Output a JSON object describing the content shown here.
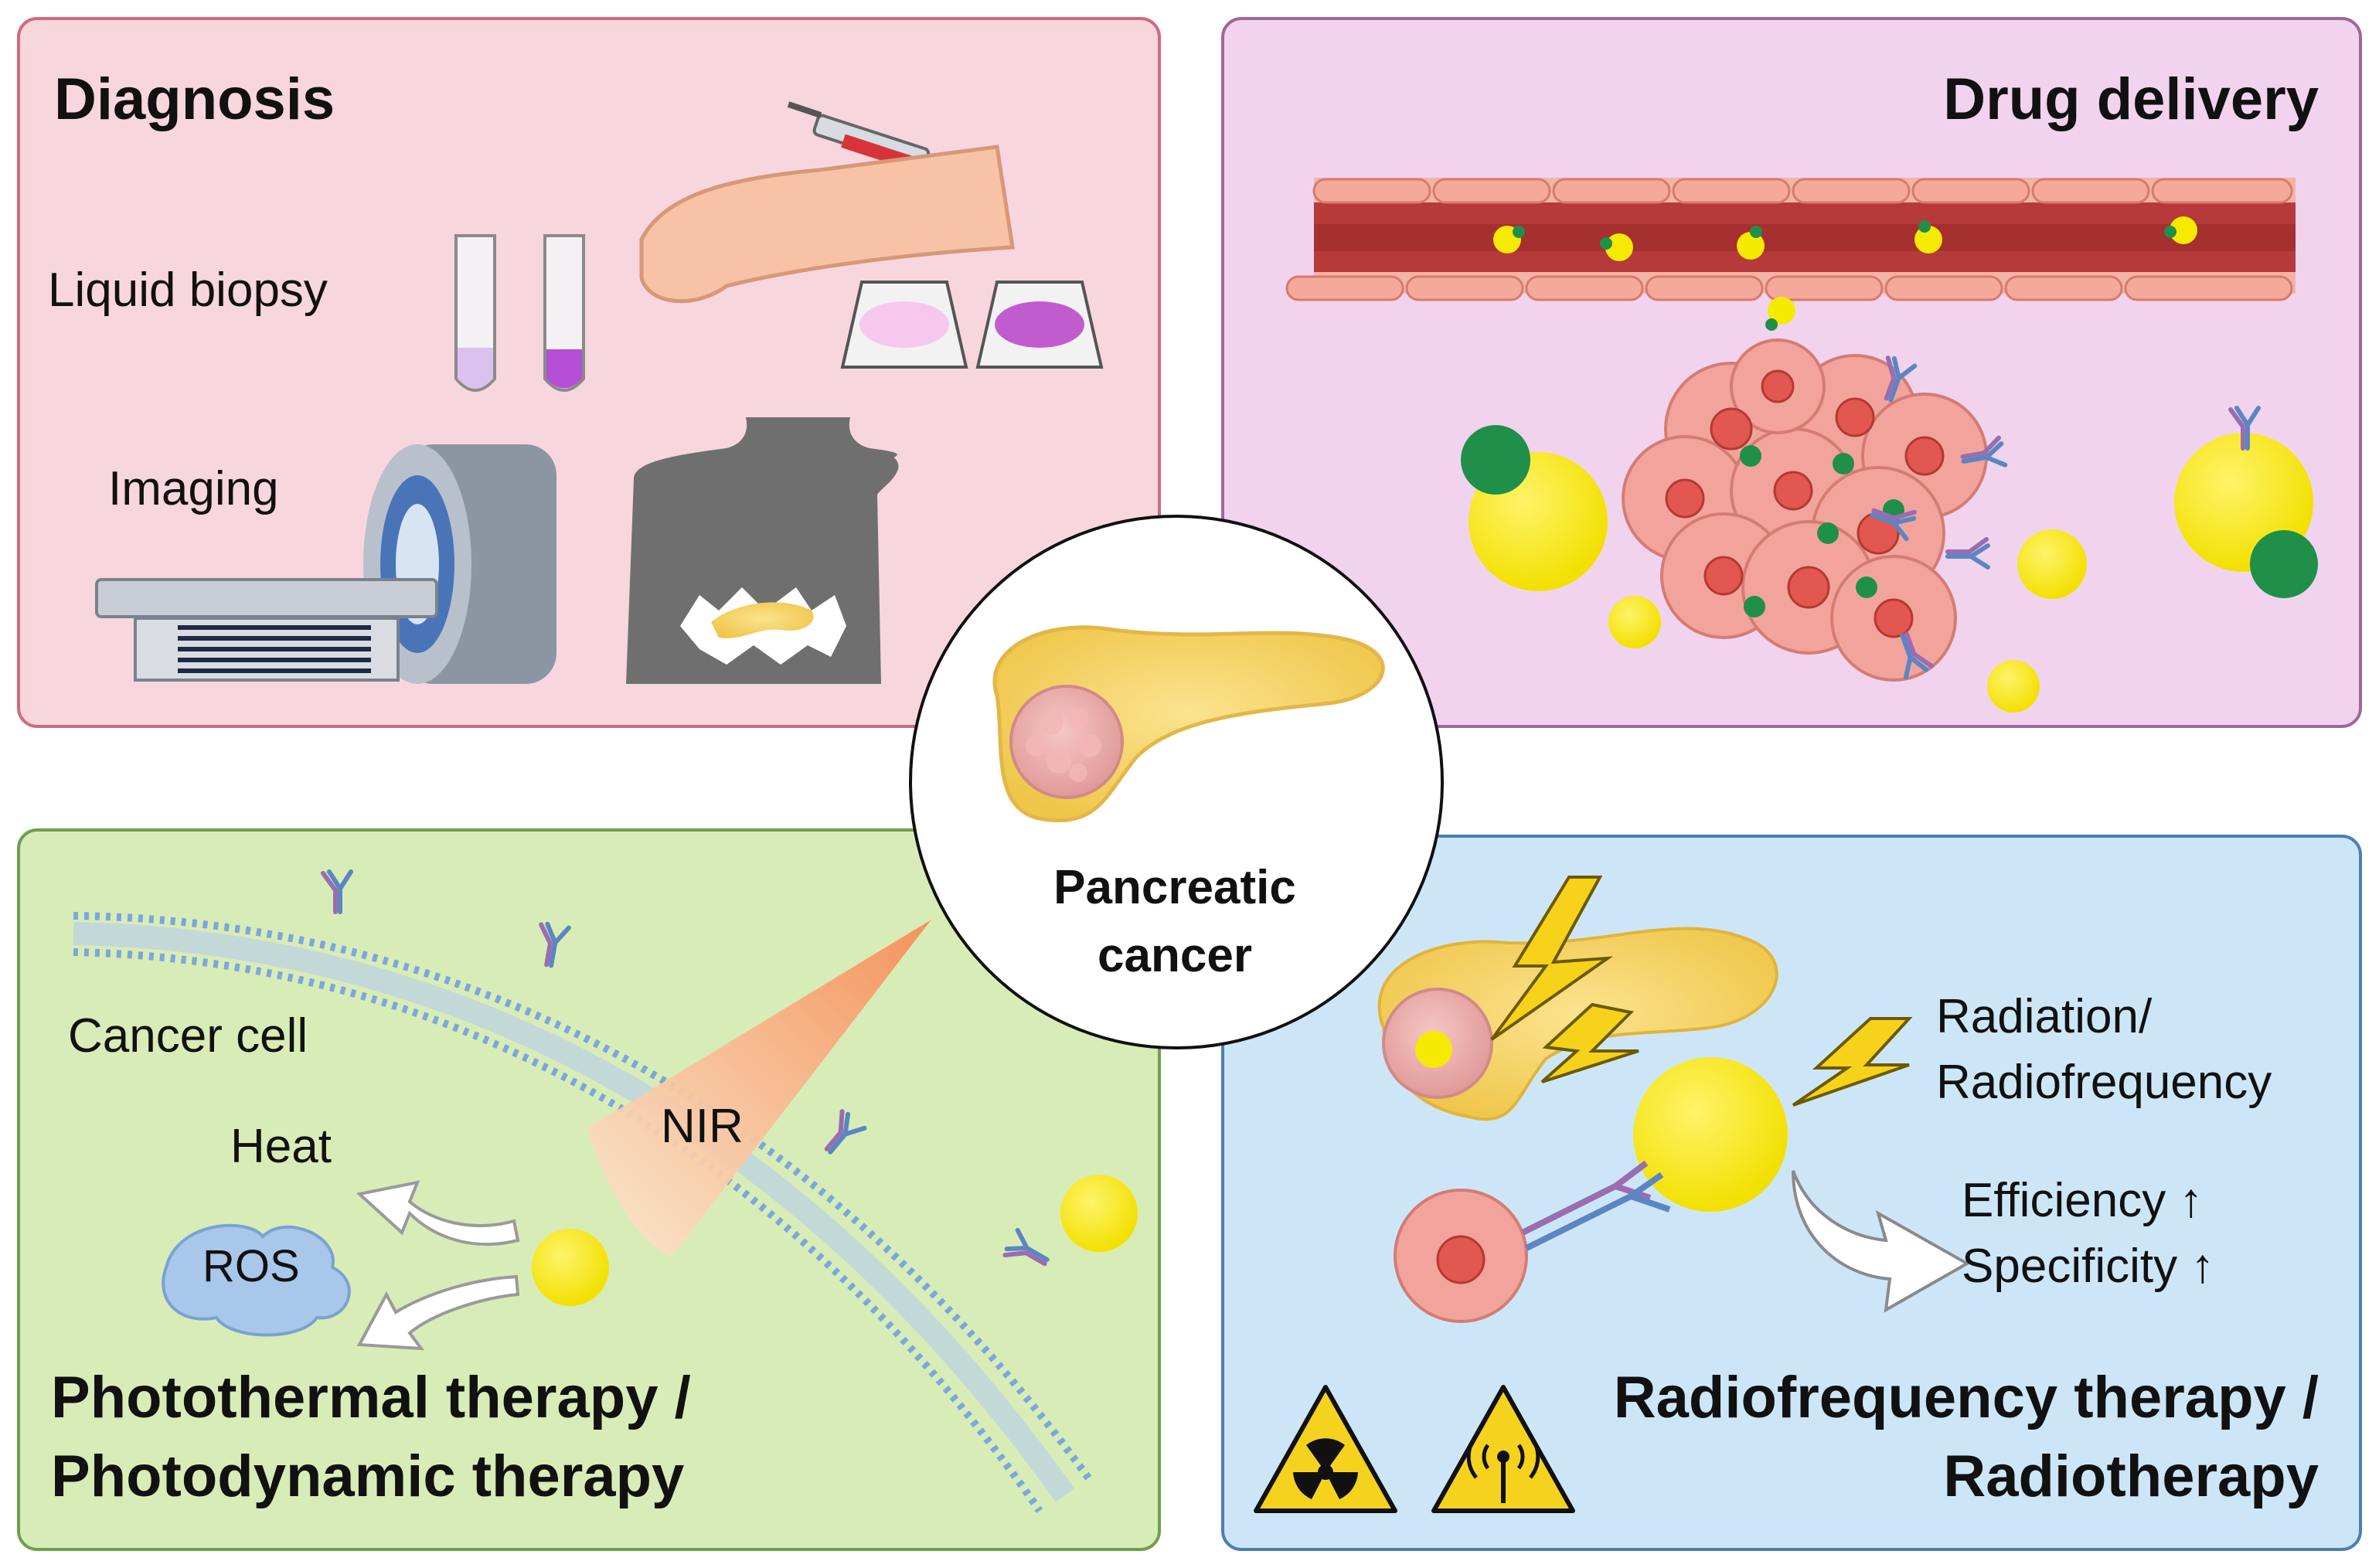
{
  "center": {
    "line1": "Pancreatic",
    "line2": "cancer"
  },
  "diagnosis": {
    "title": "Diagnosis",
    "liquid_biopsy": "Liquid biopsy",
    "imaging": "Imaging"
  },
  "drug_delivery": {
    "title": "Drug delivery"
  },
  "photothermal": {
    "cancer_cell": "Cancer cell",
    "heat": "Heat",
    "ros": "ROS",
    "nir": "NIR",
    "title_line1": "Photothermal therapy /",
    "title_line2": "Photodynamic therapy"
  },
  "radio": {
    "radiation_line1": "Radiation/",
    "radiation_line2": "Radiofrequency",
    "efficiency": "Efficiency ↑",
    "specificity": "Specificity ↑",
    "title_line1": "Radiofrequency therapy /",
    "title_line2": "Radiotherapy"
  },
  "colors": {
    "pink_panel": "#f8d6de",
    "purple_panel": "#f1d3ee",
    "green_panel": "#d8ecb7",
    "blue_panel": "#cde6f7",
    "nanoparticle": "#f5ea00",
    "drug": "#1f8f4a"
  }
}
